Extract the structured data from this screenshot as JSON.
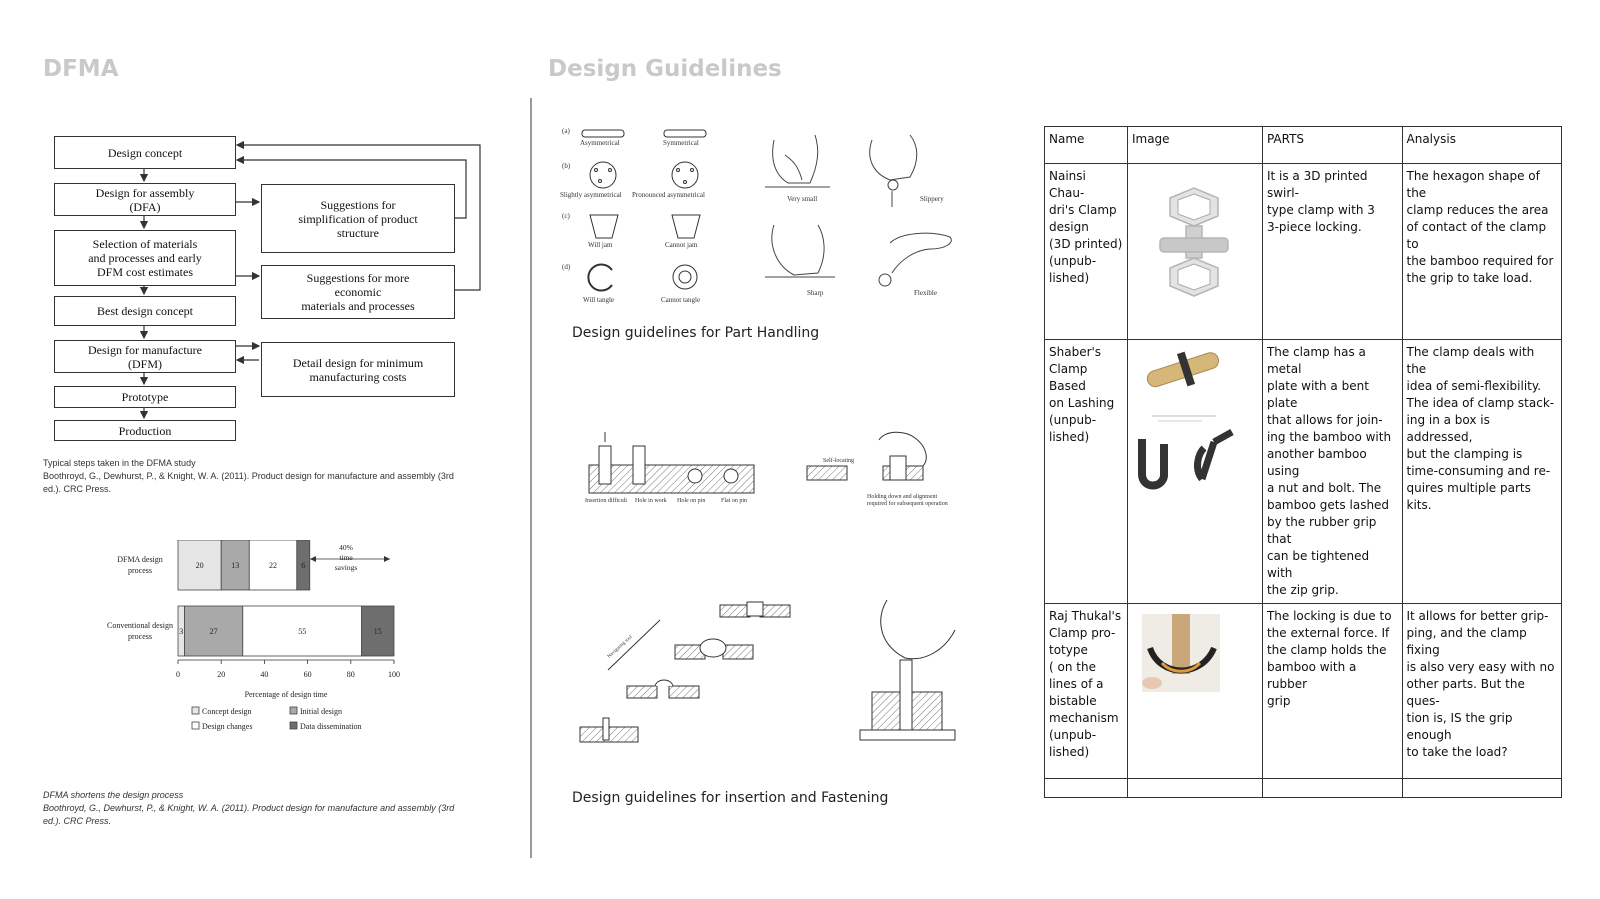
{
  "left": {
    "heading": "DFMA",
    "flowchart": {
      "design_concept": "Design concept",
      "dfa": "Design for assembly\n(DFA)",
      "materials": "Selection of materials\nand processes and early\nDFM cost estimates",
      "best_concept": "Best design concept",
      "dfm": "Design for manufacture\n(DFM)",
      "prototype": "Prototype",
      "production": "Production",
      "suggest_simplification": "Suggestions for\nsimplification of product\nstructure",
      "suggest_materials": "Suggestions for more\neconomic\nmaterials and processes",
      "detail_design": "Detail design for minimum\nmanufacturing costs"
    },
    "caption1_title": "Typical steps taken in the DFMA study",
    "caption1_ref": "Boothroyd, G., Dewhurst, P., & Knight, W. A. (2011). Product design for manufacture and assembly (3rd ed.). CRC Press.",
    "caption2_title": "DFMA shortens the design process",
    "caption2_ref": "Boothroyd, G., Dewhurst, P., & Knight, W. A. (2011). Product design for manufacture and assembly (3rd ed.). CRC Press."
  },
  "chart_data": {
    "type": "bar",
    "orientation": "horizontal-stacked",
    "categories": [
      "DFMA design process",
      "Conventional design process"
    ],
    "series": [
      {
        "name": "Concept design",
        "values": [
          20,
          3
        ],
        "color": "#e6e6e6"
      },
      {
        "name": "Initial design",
        "values": [
          13,
          27
        ],
        "color": "#a9a9a9"
      },
      {
        "name": "Design changes",
        "values": [
          22,
          55
        ],
        "color": "#ffffff"
      },
      {
        "name": "Data dissemination",
        "values": [
          6,
          15
        ],
        "color": "#6e6e6e"
      }
    ],
    "xlabel": "Percentage of design time",
    "xlim": [
      0,
      100
    ],
    "xticks": [
      "0",
      "20",
      "40",
      "60",
      "80",
      "100"
    ],
    "annotation": "40% time savings",
    "legend_position": "bottom"
  },
  "middle": {
    "heading": "Design Guidelines",
    "caption_handling": "Design guidelines for Part Handling",
    "caption_insertion": "Design guidelines for insertion and Fastening",
    "handling_labels": {
      "a": "(a)",
      "b": "(b)",
      "c": "(c)",
      "d": "(d)",
      "asym": "Asymmetrical",
      "sym": "Symmetrical",
      "slight": "Slightly asymmetrical",
      "pronounced": "Pronounced asymmetrical",
      "willjam": "Will jam",
      "cannotjam": "Cannot jam",
      "willtangle": "Will tangle",
      "cannottangle": "Cannot tangle",
      "verysmall": "Very small",
      "slippery": "Slippery",
      "sharp": "Sharp",
      "flexible": "Flexible"
    },
    "insertion_labels": {
      "insertion_difficult": "Insertion difficult",
      "hole_in_work": "Hole in work",
      "hole_on_pin": "Hole on pin",
      "flat_on_pin": "Flat on pin",
      "self_locating": "Self-locating",
      "holding_down": "Holding down and alignment\nrequired for subsequent operation",
      "navigating_tool": "Navigating tool"
    }
  },
  "table": {
    "headers": [
      "Name",
      "Image",
      "PARTS",
      "Analysis"
    ],
    "rows": [
      {
        "name": "Nainsi Chau-\ndri's Clamp\ndesign\n(3D printed)\n(unpub-\nlished)",
        "parts": "It is a 3D printed swirl-\ntype clamp with 3\n3-piece locking.",
        "analysis": "The hexagon shape of the\nclamp reduces the area\nof contact of the clamp to\nthe bamboo required for\nthe grip to take load."
      },
      {
        "name": "Shaber's\nClamp Based\non Lashing\n(unpub-\nlished)",
        "parts": "The clamp has a metal\nplate with a bent plate\nthat allows for join-\ning the bamboo with\nanother bamboo using\na nut and bolt. The\nbamboo gets lashed\nby the rubber grip that\ncan be tightened with\nthe zip grip.",
        "analysis": "The clamp deals with the\nidea of semi-flexibility.\nThe idea of clamp stack-\ning in a box is addressed,\nbut the clamping is\ntime-consuming and re-\nquires multiple parts kits."
      },
      {
        "name": "Raj Thukal's\nClamp pro-\ntotype\n( on the\nlines of a\nbistable\nmechanism\n(unpub-\nlished)",
        "parts": "The locking is due to\nthe external force. If\nthe clamp holds the\nbamboo with a rubber\ngrip",
        "analysis": "It allows for better grip-\nping, and the clamp fixing\nis also very easy with no\nother parts. But the ques-\ntion is, IS the grip enough\nto take the load?"
      }
    ]
  }
}
